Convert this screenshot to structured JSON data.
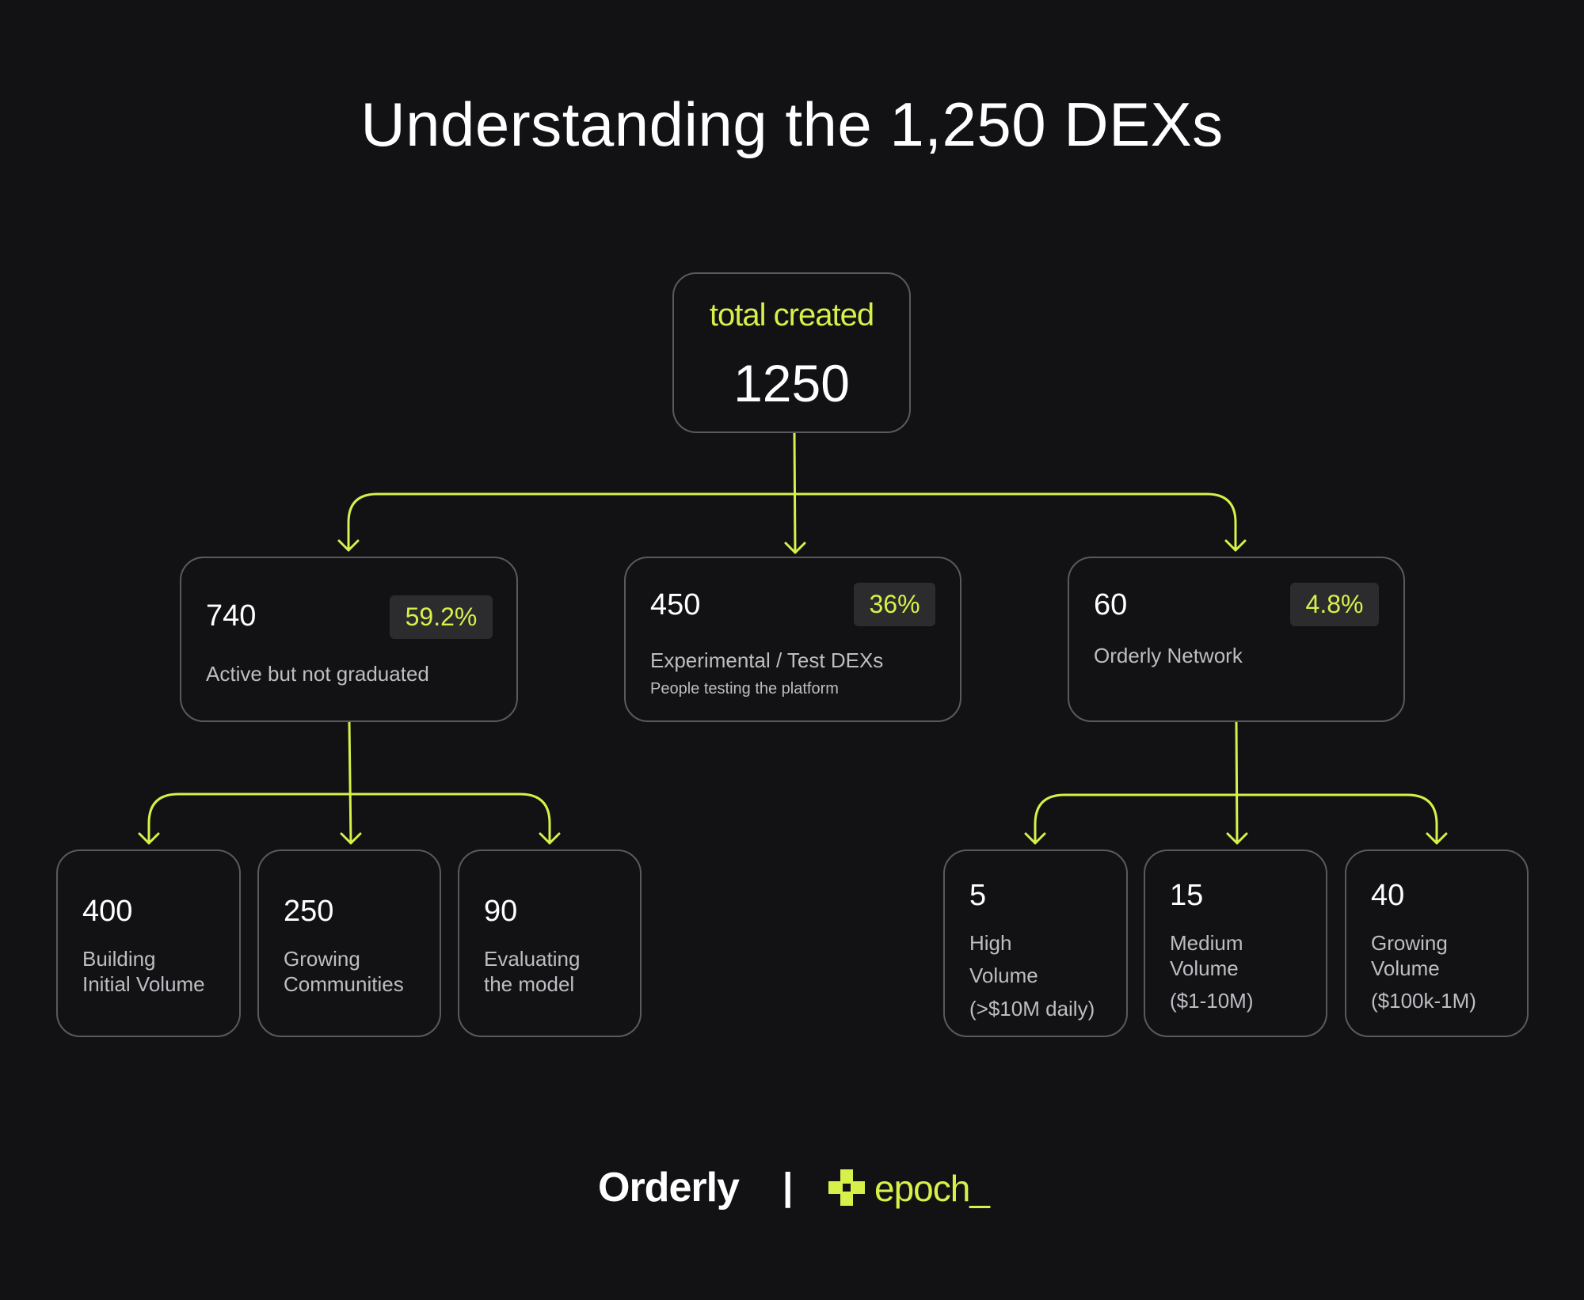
{
  "title": "Understanding the 1,250 DEXs",
  "root": {
    "label": "total created",
    "value": "1250"
  },
  "level2": [
    {
      "value": "740",
      "percent": "59.2%",
      "label": "Active but not graduated"
    },
    {
      "value": "450",
      "percent": "36%",
      "label": "Experimental / Test DEXs",
      "sublabel": "People testing the platform"
    },
    {
      "value": "60",
      "percent": "4.8%",
      "label": "Orderly Network"
    }
  ],
  "active_children": [
    {
      "value": "400",
      "line1": "Building",
      "line2": "Initial Volume"
    },
    {
      "value": "250",
      "line1": "Growing",
      "line2": "Communities"
    },
    {
      "value": "90",
      "line1": "Evaluating",
      "line2": "the model"
    }
  ],
  "orderly_children": [
    {
      "value": "5",
      "line1": "High",
      "line2": "Volume",
      "line3": "(>$10M daily)"
    },
    {
      "value": "15",
      "line1": "Medium",
      "line2": "Volume",
      "line3": "($1-10M)"
    },
    {
      "value": "40",
      "line1": "Growing",
      "line2": "Volume",
      "line3": "($100k-1M)"
    }
  ],
  "footer": {
    "brand1": "Orderly",
    "separator": "|",
    "brand2": "epoch_"
  },
  "colors": {
    "accent": "#d8f04a",
    "background": "#121214",
    "border": "#5a5a5e"
  }
}
